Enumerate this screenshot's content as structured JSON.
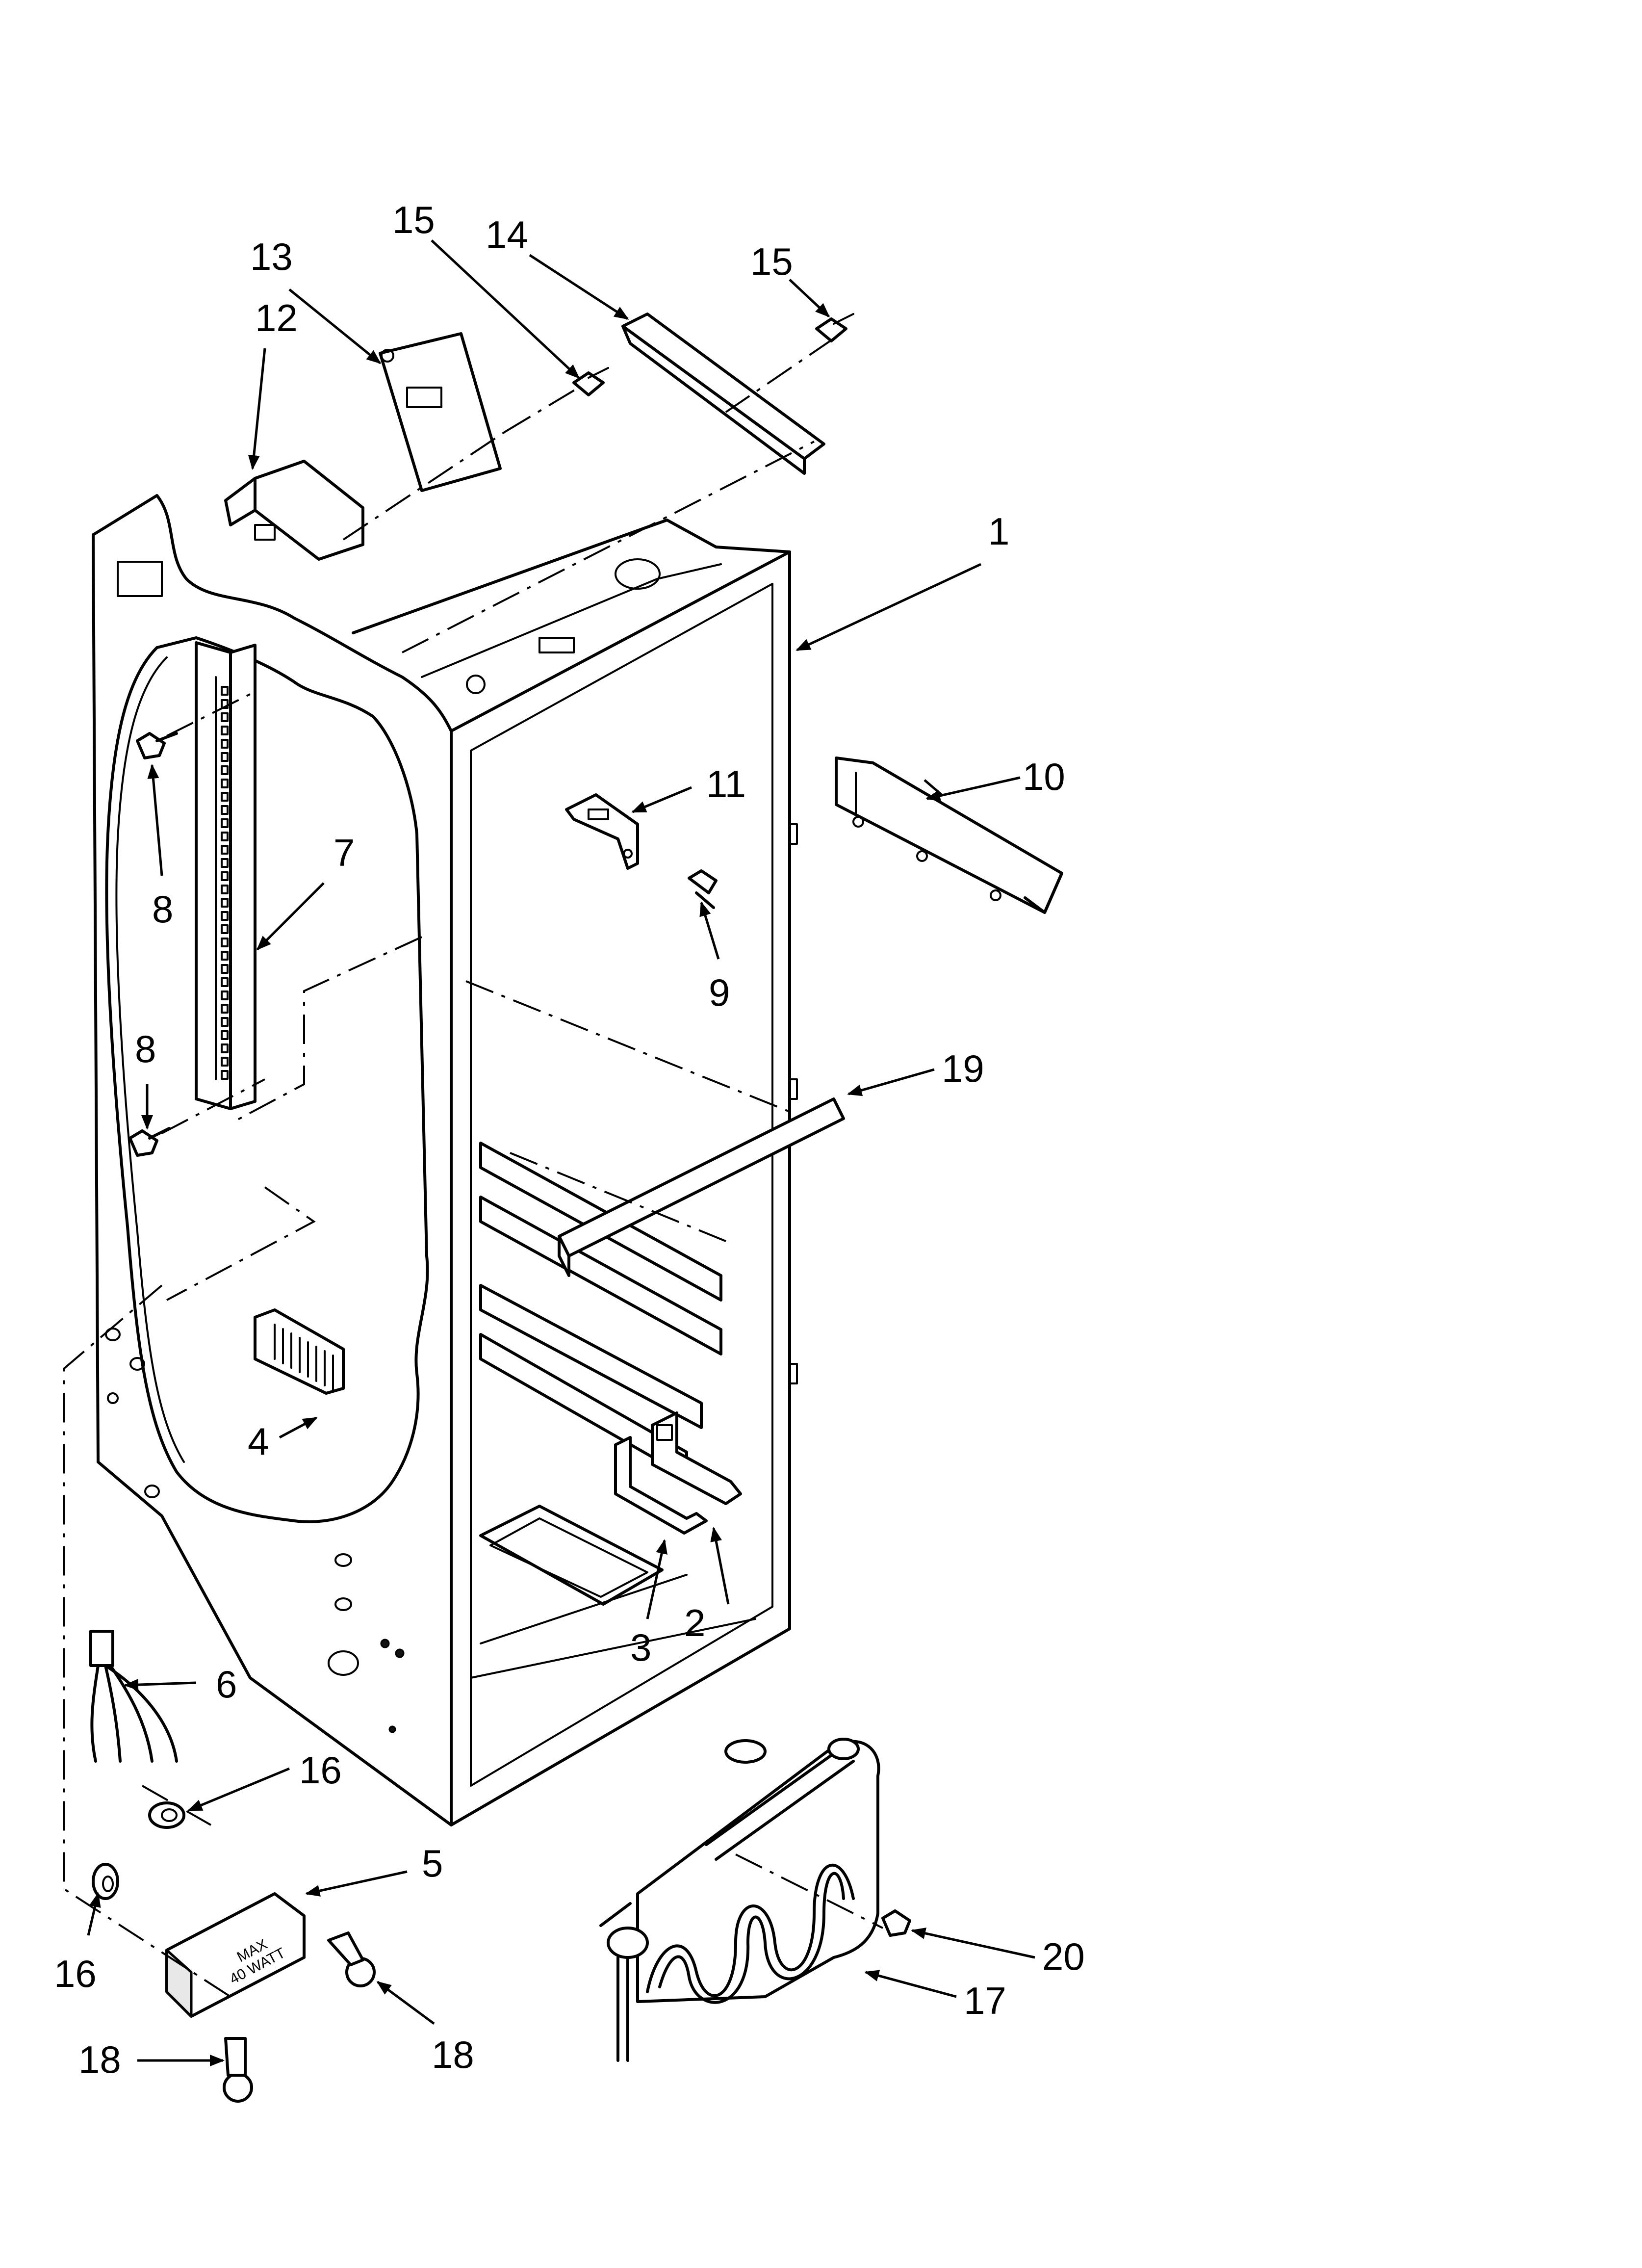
{
  "callouts": {
    "c1": "1",
    "c2": "2",
    "c3": "3",
    "c4": "4",
    "c5": "5",
    "c6": "6",
    "c7": "7",
    "c8a": "8",
    "c8b": "8",
    "c9": "9",
    "c10": "10",
    "c11": "11",
    "c12": "12",
    "c13": "13",
    "c14": "14",
    "c15a": "15",
    "c15b": "15",
    "c16a": "16",
    "c16b": "16",
    "c17": "17",
    "c18a": "18",
    "c18b": "18",
    "c19": "19",
    "c20": "20"
  },
  "lamp_socket_text": {
    "line1": "MAX",
    "line2": "40 WATT"
  }
}
